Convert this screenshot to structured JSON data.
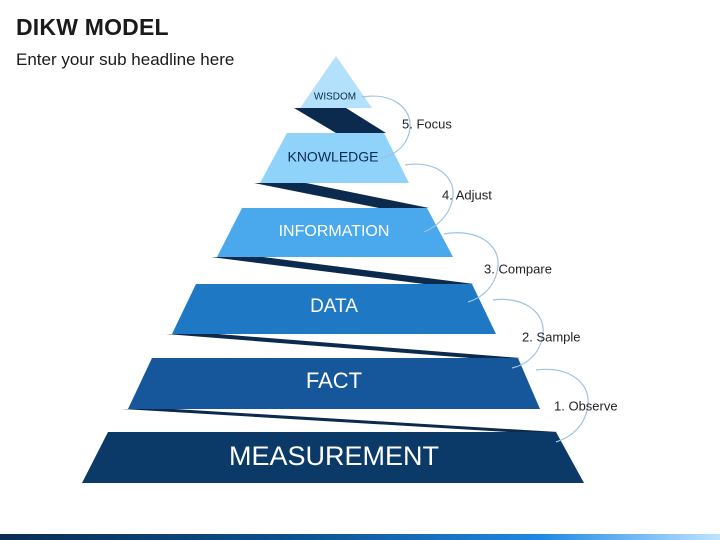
{
  "header": {
    "title": "DIKW MODEL",
    "subtitle": "Enter your sub headline here"
  },
  "pyramid": {
    "levels": [
      {
        "label": "WISDOM",
        "color": "#b3e1fb"
      },
      {
        "label": "KNOWLEDGE",
        "color": "#8fd3fb"
      },
      {
        "label": "INFORMATION",
        "color": "#4aa8ec"
      },
      {
        "label": "DATA",
        "color": "#1f78c4"
      },
      {
        "label": "FACT",
        "color": "#15579a"
      },
      {
        "label": "MEASUREMENT",
        "color": "#0b3a68"
      }
    ],
    "connector_color": "#0b2a4d",
    "text_dark": "#0b2a4d",
    "text_light": "#ffffff",
    "steps": [
      {
        "label": "5. Focus"
      },
      {
        "label": "4. Adjust"
      },
      {
        "label": "3. Compare"
      },
      {
        "label": "2. Sample"
      },
      {
        "label": "1. Observe"
      }
    ],
    "curve_color": "#9fc2e0"
  }
}
